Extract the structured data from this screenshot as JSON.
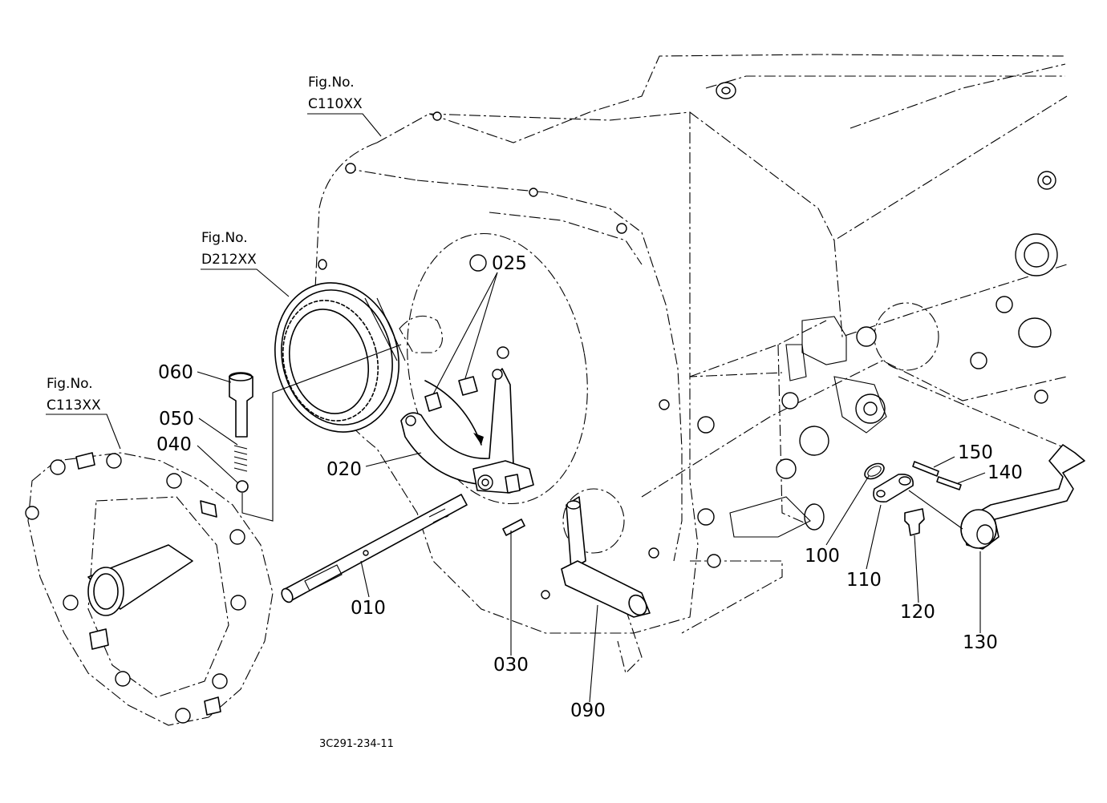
{
  "figure_refs": [
    {
      "id": "c110",
      "line1": "Fig.No.",
      "line2": "C110XX"
    },
    {
      "id": "d212",
      "line1": "Fig.No.",
      "line2": "D212XX"
    },
    {
      "id": "c113",
      "line1": "Fig.No.",
      "line2": "C113XX"
    }
  ],
  "parts": [
    {
      "id": "p010",
      "label": "010"
    },
    {
      "id": "p020",
      "label": "020"
    },
    {
      "id": "p025",
      "label": "025"
    },
    {
      "id": "p030",
      "label": "030"
    },
    {
      "id": "p040",
      "label": "040"
    },
    {
      "id": "p050",
      "label": "050"
    },
    {
      "id": "p060",
      "label": "060"
    },
    {
      "id": "p090",
      "label": "090"
    },
    {
      "id": "p100",
      "label": "100"
    },
    {
      "id": "p110",
      "label": "110"
    },
    {
      "id": "p120",
      "label": "120"
    },
    {
      "id": "p130",
      "label": "130"
    },
    {
      "id": "p140",
      "label": "140"
    },
    {
      "id": "p150",
      "label": "150"
    }
  ],
  "drawing_code": "3C291-234-11"
}
